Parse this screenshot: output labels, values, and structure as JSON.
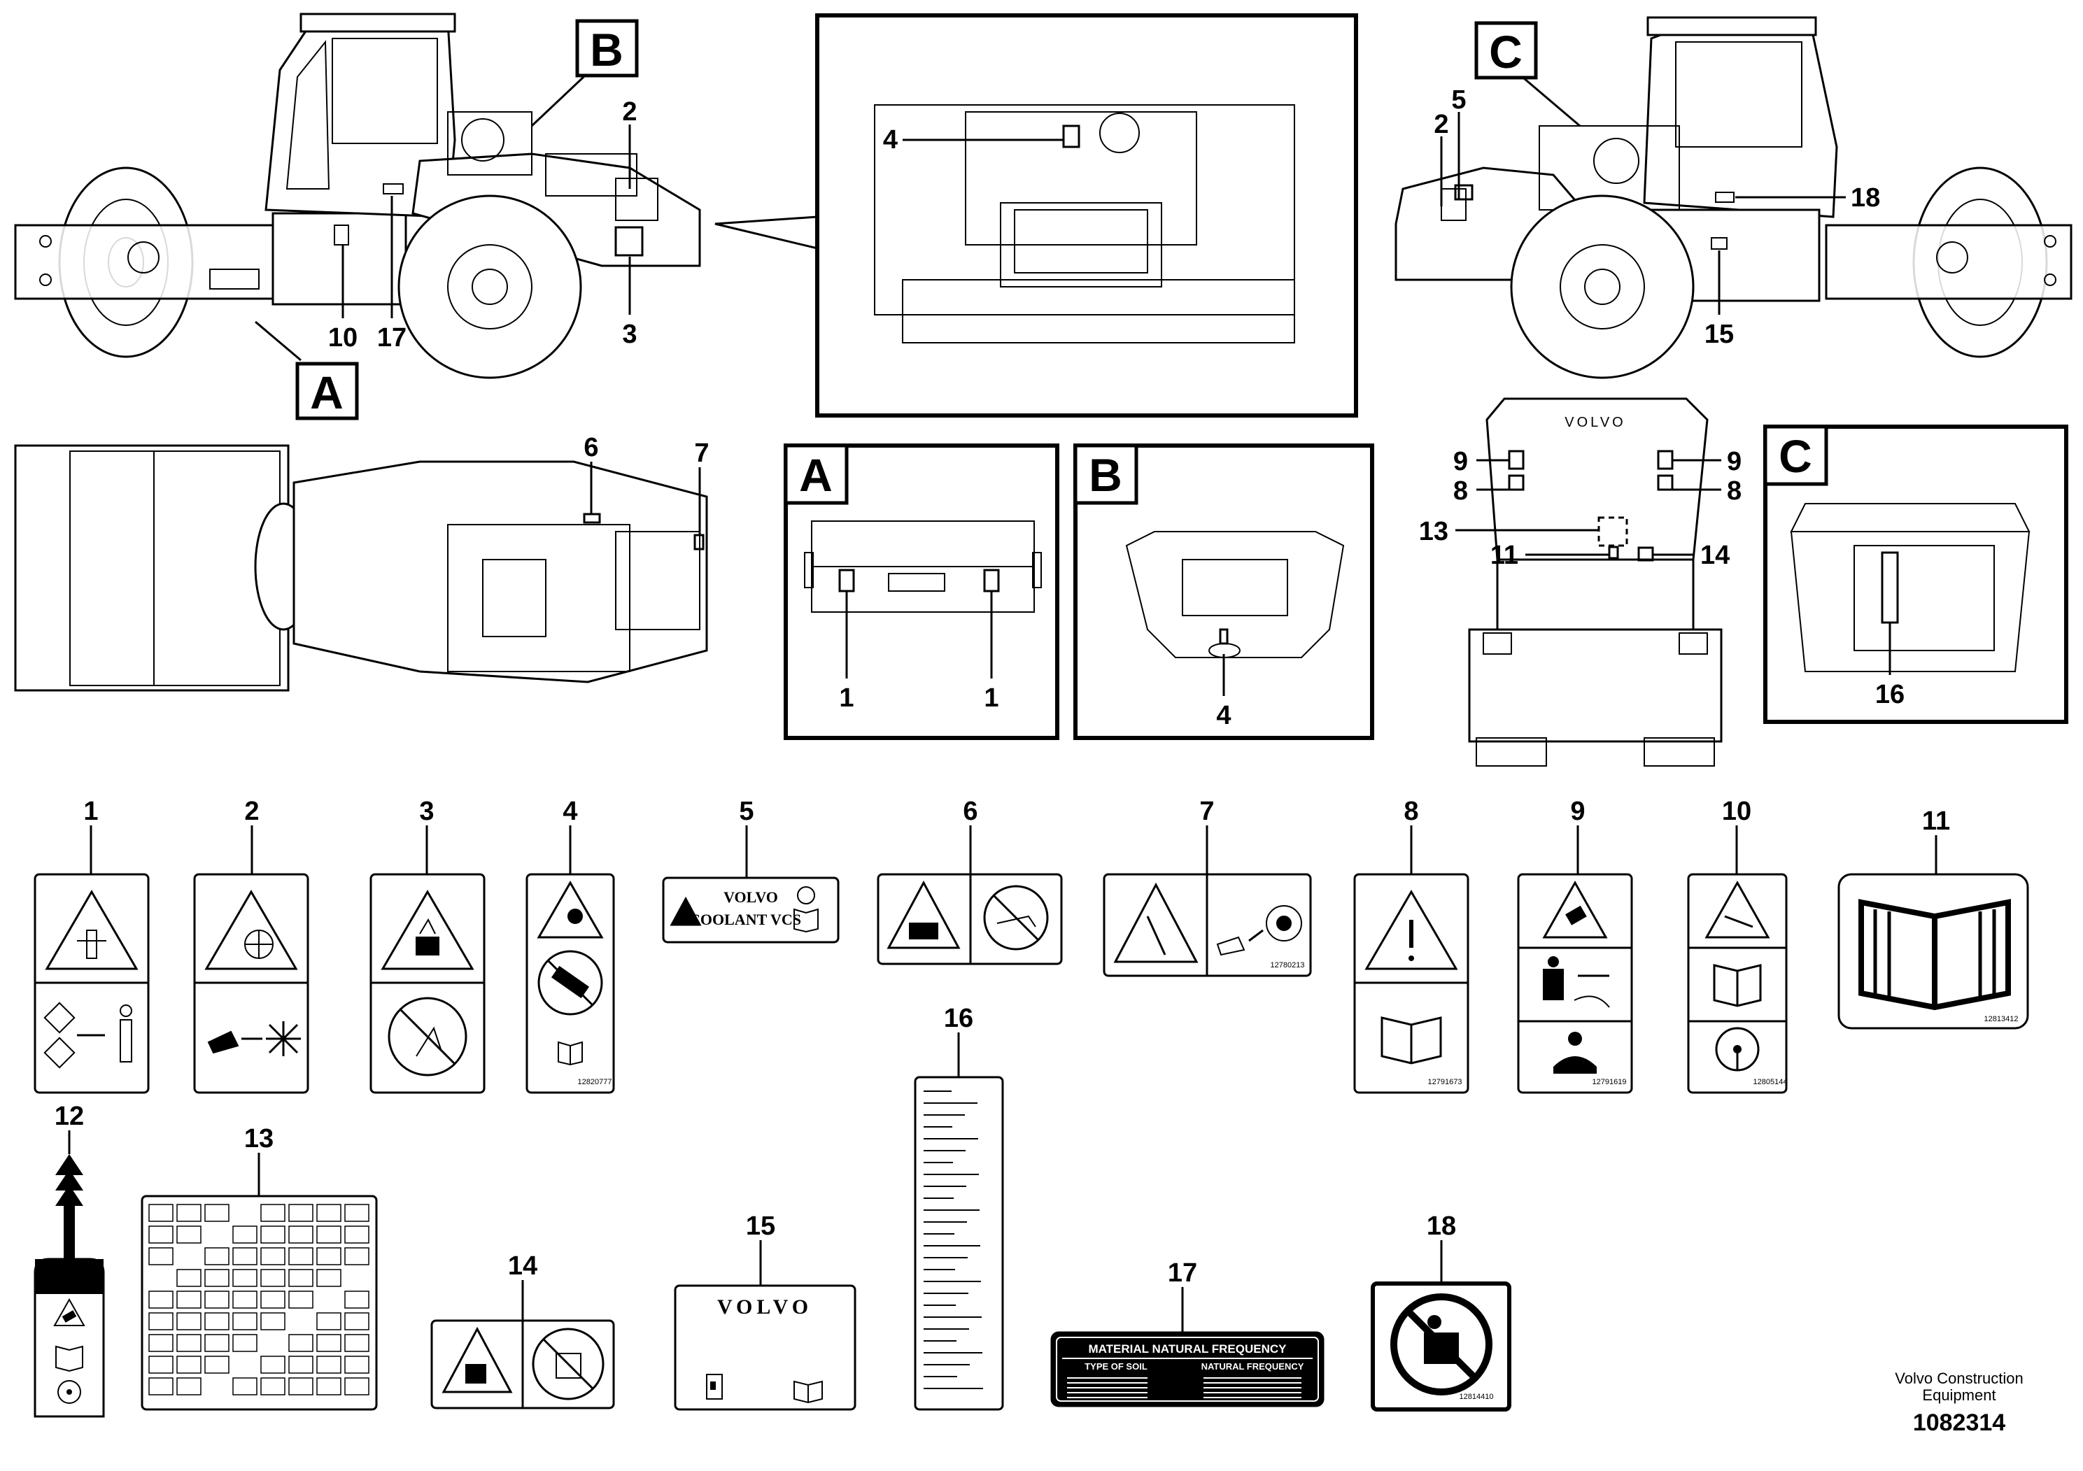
{
  "view_boxes": {
    "a": "A",
    "b": "B",
    "c": "C"
  },
  "callouts": {
    "left_view": [
      "2",
      "10",
      "17",
      "3"
    ],
    "engine_view": [
      "4"
    ],
    "top_view": [
      "6",
      "7"
    ],
    "right_view": [
      "5",
      "2",
      "18",
      "15"
    ],
    "detail_a": [
      "1",
      "1"
    ],
    "detail_b": [
      "4"
    ],
    "front_view": [
      "9",
      "9",
      "8",
      "8",
      "13",
      "11",
      "14"
    ],
    "detail_c": [
      "16"
    ]
  },
  "decals": [
    {
      "number": "1",
      "icons": [
        "crush-hazard-icon",
        "keep-distance-icon"
      ]
    },
    {
      "number": "2",
      "icons": [
        "fan-hazard-icon",
        "hand-fan-icon"
      ]
    },
    {
      "number": "3",
      "icons": [
        "battery-explosion-icon",
        "no-fire-icon"
      ]
    },
    {
      "number": "4",
      "icons": [
        "hot-surface-icon",
        "no-cover-open-icon",
        "manual-icon"
      ],
      "code": "12820777"
    },
    {
      "number": "5",
      "text_brand": "VOLVO",
      "text_line": "COOLANT VCS",
      "icons": [
        "warning-icon",
        "manual-icon"
      ]
    },
    {
      "number": "6",
      "icons": [
        "pressure-hazard-icon",
        "no-spray-icon"
      ]
    },
    {
      "number": "7",
      "icons": [
        "entanglement-icon",
        "hand-roller-icon"
      ],
      "code": "12780213"
    },
    {
      "number": "8",
      "icons": [
        "general-warning-icon",
        "manual-icon"
      ],
      "code": "12791673"
    },
    {
      "number": "9",
      "icons": [
        "rollover-icon",
        "seatbelt-icon",
        "operator-belt-icon"
      ],
      "code": "12791619"
    },
    {
      "number": "10",
      "icons": [
        "crush-hazard-icon",
        "manual-icon",
        "steering-icon"
      ],
      "code": "12805144"
    },
    {
      "number": "11",
      "icons": [
        "manual-large-icon"
      ],
      "code": "12813412"
    },
    {
      "number": "12",
      "icons": [
        "lifting-hook-icon",
        "rollover-icon",
        "manual-icon",
        "steering-icon"
      ]
    },
    {
      "number": "13",
      "icons": [
        "control-symbols-icon"
      ]
    },
    {
      "number": "14",
      "icons": [
        "overhead-hazard-icon",
        "no-rider-icon"
      ]
    },
    {
      "number": "15",
      "text_brand": "VOLVO",
      "icons": [
        "fuel-icon",
        "manual-icon"
      ]
    },
    {
      "number": "16",
      "icons": [
        "instruction-plate-icon"
      ]
    },
    {
      "number": "17",
      "title": "MATERIAL NATURAL FREQUENCY",
      "col1": "TYPE OF SOIL",
      "col2": "NATURAL FREQUENCY"
    },
    {
      "number": "18",
      "icons": [
        "no-operator-icon"
      ],
      "code": "12814410"
    }
  ],
  "footer": {
    "company_line1": "Volvo Construction",
    "company_line2": "Equipment",
    "drawing_number": "1082314"
  }
}
